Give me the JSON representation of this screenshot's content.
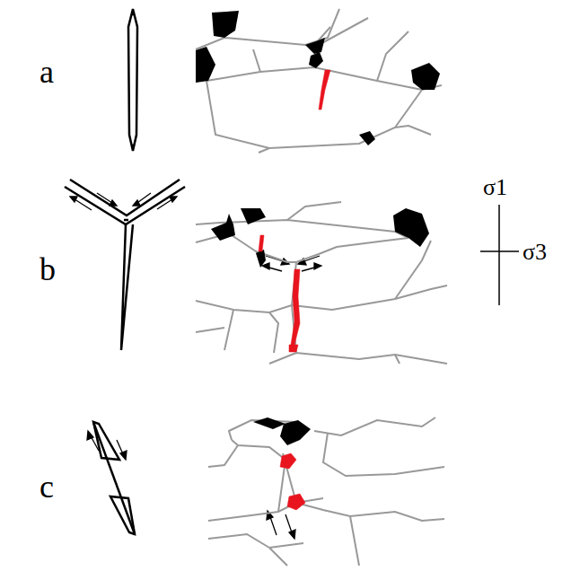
{
  "diagram": {
    "labels": [
      "a",
      "b",
      "c",
      "σ1",
      "σ3"
    ]
  }
}
